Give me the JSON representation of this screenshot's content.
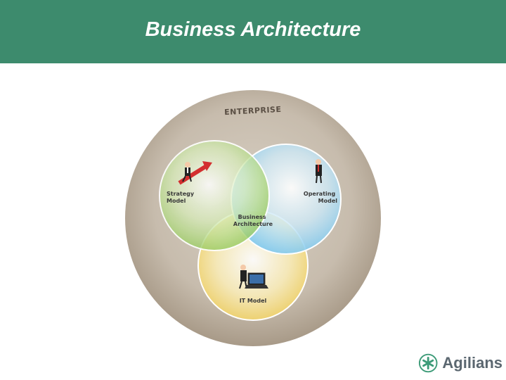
{
  "slide": {
    "title": "Business Architecture"
  },
  "diagram": {
    "outer_label": "ENTERPRISE",
    "circles": [
      {
        "id": "strategy",
        "label_lines": [
          "Strategy",
          "Model"
        ],
        "color": "#9ccc65"
      },
      {
        "id": "operating",
        "label_lines": [
          "Operating",
          "Model"
        ],
        "color": "#81c9ee"
      },
      {
        "id": "it",
        "label_lines": [
          "IT Model"
        ],
        "color": "#f6dc7a"
      }
    ],
    "center_label_lines": [
      "Business",
      "Architecture"
    ],
    "enterprise_color": "#a89a88"
  },
  "logo": {
    "text": "Agilians",
    "icon": "asterisk-logo-icon",
    "color": "#5b6770",
    "icon_color": "#3d9b78"
  },
  "colors": {
    "header_bg": "#3d8b6d"
  }
}
